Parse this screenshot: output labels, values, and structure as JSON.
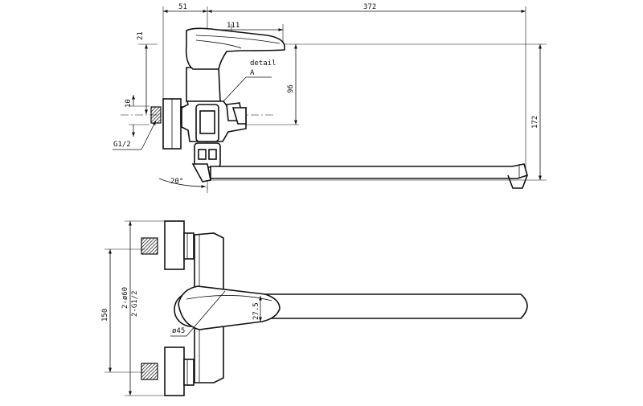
{
  "drawing": {
    "side_view": {
      "dims": {
        "d51": "51",
        "d372": "372",
        "d111": "111",
        "d21": "21",
        "d96": "96",
        "d172": "172",
        "d10": "10",
        "thread": "G1/2",
        "angle": "20°",
        "detail_line1": "detail",
        "detail_line2": "A"
      }
    },
    "top_view": {
      "dims": {
        "d150": "150",
        "dia60": "2-ø60",
        "g12": "2-G1/2",
        "d275": "27.5",
        "dia45": "ø45"
      }
    }
  }
}
